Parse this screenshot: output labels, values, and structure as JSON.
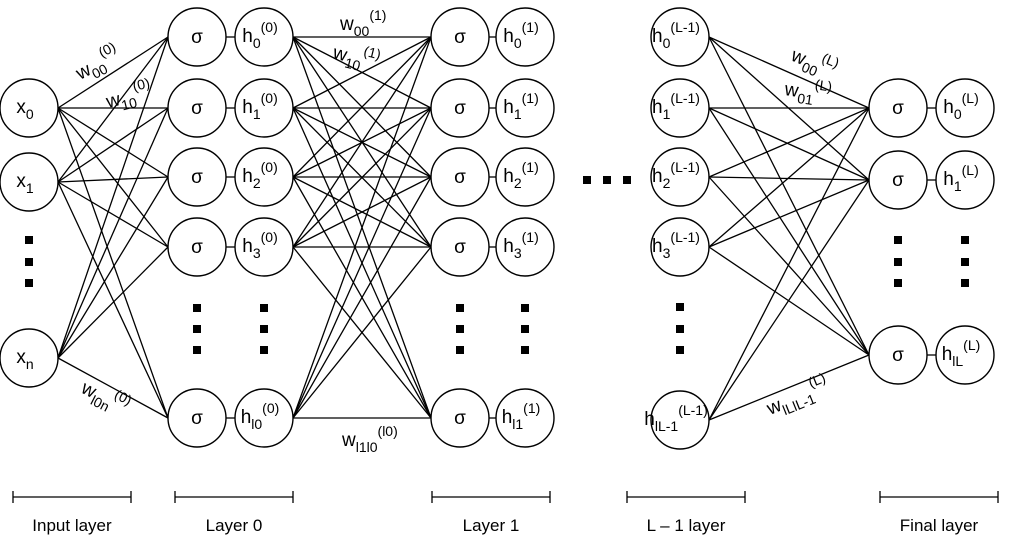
{
  "diagram": {
    "sigma_symbol": "σ",
    "layers": [
      {
        "id": "input",
        "caption": "Input layer",
        "has_sigma": false,
        "nodes": [
          {
            "base": "x",
            "sub": "0",
            "sup": ""
          },
          {
            "base": "x",
            "sub": "1",
            "sup": ""
          },
          {
            "base": "x",
            "sub": "n",
            "sup": ""
          }
        ]
      },
      {
        "id": "layer0",
        "caption": "Layer 0",
        "has_sigma": true,
        "nodes": [
          {
            "base": "h",
            "sub": "0",
            "sup": "(0)"
          },
          {
            "base": "h",
            "sub": "1",
            "sup": "(0)"
          },
          {
            "base": "h",
            "sub": "2",
            "sup": "(0)"
          },
          {
            "base": "h",
            "sub": "3",
            "sup": "(0)"
          },
          {
            "base": "h",
            "sub": "l0",
            "sup": "(0)"
          }
        ]
      },
      {
        "id": "layer1",
        "caption": "Layer 1",
        "has_sigma": true,
        "nodes": [
          {
            "base": "h",
            "sub": "0",
            "sup": "(1)"
          },
          {
            "base": "h",
            "sub": "1",
            "sup": "(1)"
          },
          {
            "base": "h",
            "sub": "2",
            "sup": "(1)"
          },
          {
            "base": "h",
            "sub": "3",
            "sup": "(1)"
          },
          {
            "base": "h",
            "sub": "l1",
            "sup": "(1)"
          }
        ]
      },
      {
        "id": "layerLm1",
        "caption": "L – 1 layer",
        "has_sigma": false,
        "nodes": [
          {
            "base": "h",
            "sub": "0",
            "sup": "(L-1)"
          },
          {
            "base": "h",
            "sub": "1",
            "sup": "(L-1)"
          },
          {
            "base": "h",
            "sub": "2",
            "sup": "(L-1)"
          },
          {
            "base": "h",
            "sub": "3",
            "sup": "(L-1)"
          },
          {
            "base": "h",
            "sub": "lL-1",
            "sup": "(L-1)"
          }
        ]
      },
      {
        "id": "final",
        "caption": "Final layer",
        "has_sigma": true,
        "nodes": [
          {
            "base": "h",
            "sub": "0",
            "sup": "(L)"
          },
          {
            "base": "h",
            "sub": "1",
            "sup": "(L)"
          },
          {
            "base": "h",
            "sub": "lL",
            "sup": "(L)"
          }
        ]
      }
    ],
    "weight_labels": [
      {
        "base": "w",
        "sub": "00",
        "sup": "(0)"
      },
      {
        "base": "w",
        "sub": "10",
        "sup": "(0)"
      },
      {
        "base": "w",
        "sub": "l0n",
        "sup": "(0)"
      },
      {
        "base": "w",
        "sub": "00",
        "sup": "(1)"
      },
      {
        "base": "w",
        "sub": "10",
        "sup": "(1)"
      },
      {
        "base": "w",
        "sub": "l1l0",
        "sup": "(l0)"
      },
      {
        "base": "w",
        "sub": "00",
        "sup": "(L)"
      },
      {
        "base": "w",
        "sub": "01",
        "sup": "(L)"
      },
      {
        "base": "w",
        "sub": "lLlL-1",
        "sup": "(L)"
      }
    ]
  }
}
